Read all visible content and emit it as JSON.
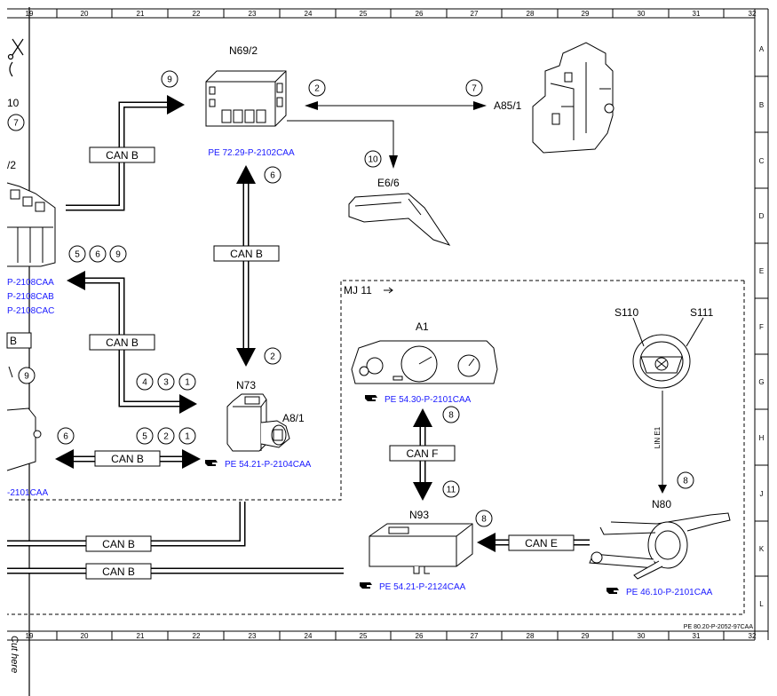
{
  "diagram": {
    "top_ruler": [
      "19",
      "20",
      "21",
      "22",
      "23",
      "24",
      "25",
      "26",
      "27",
      "28",
      "29",
      "30",
      "31",
      "32"
    ],
    "bottom_ruler": [
      "19",
      "20",
      "21",
      "22",
      "23",
      "24",
      "25",
      "26",
      "27",
      "28",
      "29",
      "30",
      "31",
      "32"
    ],
    "row_letters": [
      "A",
      "B",
      "C",
      "D",
      "E",
      "F",
      "G",
      "H",
      "J",
      "K",
      "L"
    ],
    "components": {
      "n69_2": "N69/2",
      "a85_1": "A85/1",
      "e6_6": "E6/6",
      "n73": "N73",
      "a8_1": "A8/1",
      "a1": "A1",
      "s110": "S110",
      "s111": "S111",
      "n80": "N80",
      "n93": "N93",
      "left_10": "10",
      "left_2": "/2",
      "left_b": "B"
    },
    "refs": {
      "n69_2": "PE 72.29-P-2102CAA",
      "left_1": "P-2108CAA",
      "left_2": "P-2108CAB",
      "left_3": "P-2108CAC",
      "a8_1": "PE 54.21-P-2104CAA",
      "left_bottom": "-2101CAA",
      "a1": "PE 54.30-P-2101CAA",
      "n93": "PE 54.21-P-2124CAA",
      "n80": "PE 46.10-P-2101CAA"
    },
    "buses": {
      "can_b_1": "CAN B",
      "can_b_2": "CAN B",
      "can_b_3": "CAN B",
      "can_b_4": "CAN B",
      "can_b_5": "CAN B",
      "can_b_6": "CAN B",
      "can_f": "CAN F",
      "can_e": "CAN E",
      "lin_e1": "LIN E1"
    },
    "circles": {
      "c9_top": "9",
      "c2_top": "2",
      "c7_top": "7",
      "c6_vert": "6",
      "c10": "10",
      "c7_left": "7",
      "c5": "5",
      "c6": "6",
      "c9": "9",
      "c9_left": "9",
      "c2_vert": "2",
      "c4": "4",
      "c3": "3",
      "c1": "1",
      "c6_b": "6",
      "c5_b": "5",
      "c2_b": "2",
      "c1_b": "1",
      "c8_a1": "8",
      "c11": "11",
      "c8_n93": "8",
      "c8_n80": "8"
    },
    "model_year": "MJ 11",
    "cut_here": "Cut here",
    "doc_id": "PE 80.20-P-2052-97CAA"
  }
}
